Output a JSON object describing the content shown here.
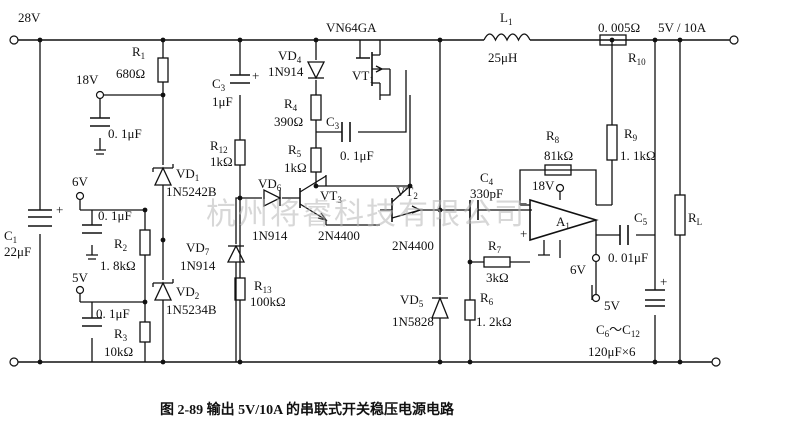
{
  "title": "图 2-89  输出 5V/10A 的串联式开关稳压电源电路",
  "watermark": "杭州将睿科技有限公司",
  "colors": {
    "ink": "#111111",
    "paper": "#ffffff",
    "watermark": "#b8b8b8"
  },
  "labels": {
    "in28v": "28V",
    "v18a": "18V",
    "v18b": "18V",
    "v6a": "6V",
    "v6b": "6V",
    "v5a": "5V",
    "v5b": "5V",
    "out": "5V / 10A",
    "vn64": "VN64GA",
    "vt1": "VT",
    "vt1sub": "1",
    "vt2": "VT",
    "vt2sub": "3",
    "vt2part": "2N4400",
    "vt3": "VT",
    "vt3sub": "2",
    "vt3part": "2N4400",
    "r1": "R",
    "r1sub": "1",
    "r1val": "680Ω",
    "cbyp": "0. 1μF",
    "vd1": "VD",
    "vd1sub": "1",
    "vd1part": "1N5242B",
    "c1": "C",
    "c1sub": "1",
    "c1val": "22μF",
    "c6v": "0. 1μF",
    "r2": "R",
    "r2sub": "2",
    "r2val": "1. 8kΩ",
    "vd2": "VD",
    "vd2sub": "2",
    "vd2part": "1N5234B",
    "c5v": "0. 1μF",
    "r3": "R",
    "r3sub": "3",
    "r3val": "10kΩ",
    "c3a": "C",
    "c3asub": "3",
    "c3aval": "1μF",
    "vd4": "VD",
    "vd4sub": "4",
    "vd4part": "1N914",
    "r4": "R",
    "r4sub": "4",
    "r4val": "390Ω",
    "c3b": "C",
    "c3bsub": "3",
    "c3bval": "0. 1μF",
    "r5": "R",
    "r5sub": "5",
    "r5val": "1kΩ",
    "r12": "R",
    "r12sub": "12",
    "r12val": "1kΩ",
    "vd6": "VD",
    "vd6sub": "6",
    "vd6part": "1N914",
    "vd7": "VD",
    "vd7sub": "7",
    "vd7part": "1N914",
    "r13": "R",
    "r13sub": "13",
    "r13val": "100kΩ",
    "l1": "L",
    "l1sub": "1",
    "l1val": "25μH",
    "rs": "0. 005Ω",
    "r10": "R",
    "r10sub": "10",
    "vd5": "VD",
    "vd5sub": "5",
    "vd5part": "1N5828",
    "c4": "C",
    "c4sub": "4",
    "c4val": "330pF",
    "r7": "R",
    "r7sub": "7",
    "r7val": "3kΩ",
    "r6": "R",
    "r6sub": "6",
    "r6val": "1. 2kΩ",
    "r8": "R",
    "r8sub": "8",
    "r8val": "81kΩ",
    "r9": "R",
    "r9sub": "9",
    "r9val": "1. 1kΩ",
    "a1": "A",
    "a1sub": "1",
    "c5": "C",
    "c5sub": "5",
    "c5val": "0. 01μF",
    "c6": "C",
    "c6sub": "6",
    "c6range": "～C",
    "c6rangesub": "12",
    "c6val": "120μF×6",
    "rl": "R",
    "rlsub": "L"
  }
}
